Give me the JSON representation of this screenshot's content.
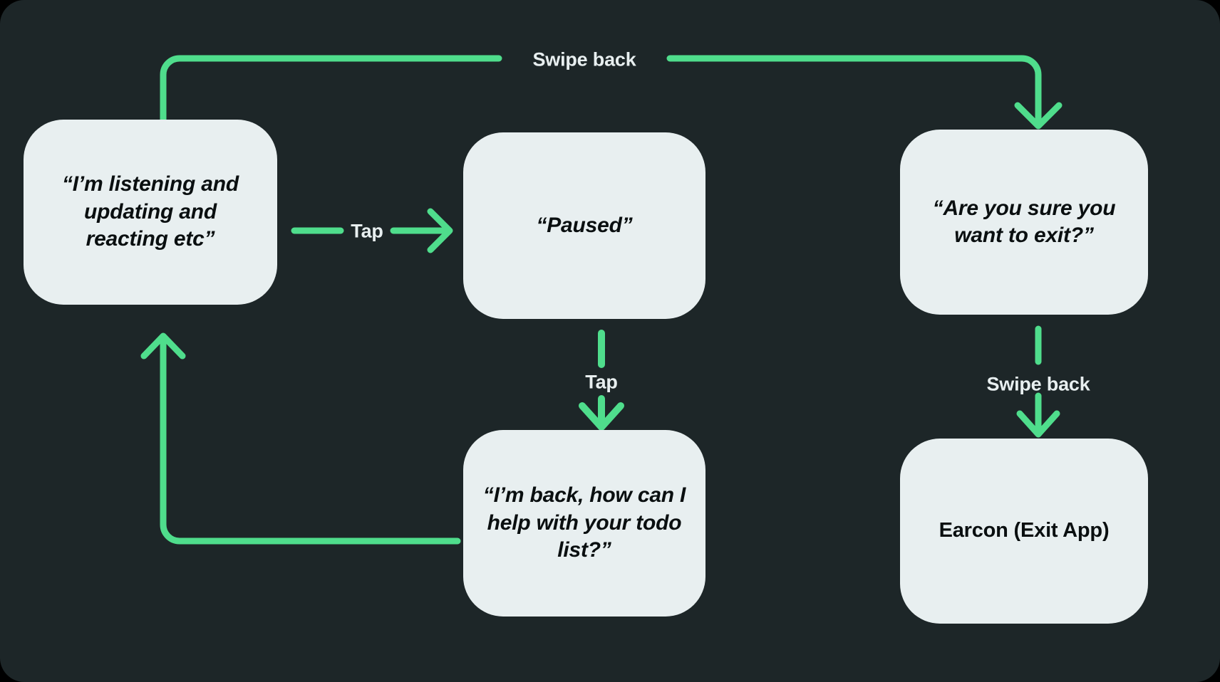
{
  "canvas": {
    "background_color": "#1d2628",
    "outer_background_color": "#000000",
    "accent_color": "#4fdd8c",
    "node_fill_color": "#e8eff0",
    "node_text_color": "#0a0f10",
    "edge_label_color": "#e8eff0"
  },
  "diagram": {
    "type": "flowchart",
    "title": "",
    "nodes": [
      {
        "id": "listening",
        "label": "“I’m listening and updating and reacting etc”",
        "style": "italic"
      },
      {
        "id": "paused",
        "label": "“Paused”",
        "style": "italic"
      },
      {
        "id": "confirm_exit",
        "label": "“Are you sure you want to exit?”",
        "style": "italic"
      },
      {
        "id": "back",
        "label": "“I’m back, how can I help with your todo list?”",
        "style": "italic"
      },
      {
        "id": "earcon",
        "label": "Earcon (Exit App)",
        "style": "upright"
      }
    ],
    "edges": [
      {
        "id": "listening-to-confirm",
        "from": "listening",
        "to": "confirm_exit",
        "label": "Swipe back"
      },
      {
        "id": "listening-to-paused",
        "from": "listening",
        "to": "paused",
        "label": "Tap"
      },
      {
        "id": "paused-to-back",
        "from": "paused",
        "to": "back",
        "label": "Tap"
      },
      {
        "id": "back-to-listening",
        "from": "back",
        "to": "listening",
        "label": ""
      },
      {
        "id": "confirm-to-earcon",
        "from": "confirm_exit",
        "to": "earcon",
        "label": "Swipe back"
      }
    ]
  }
}
